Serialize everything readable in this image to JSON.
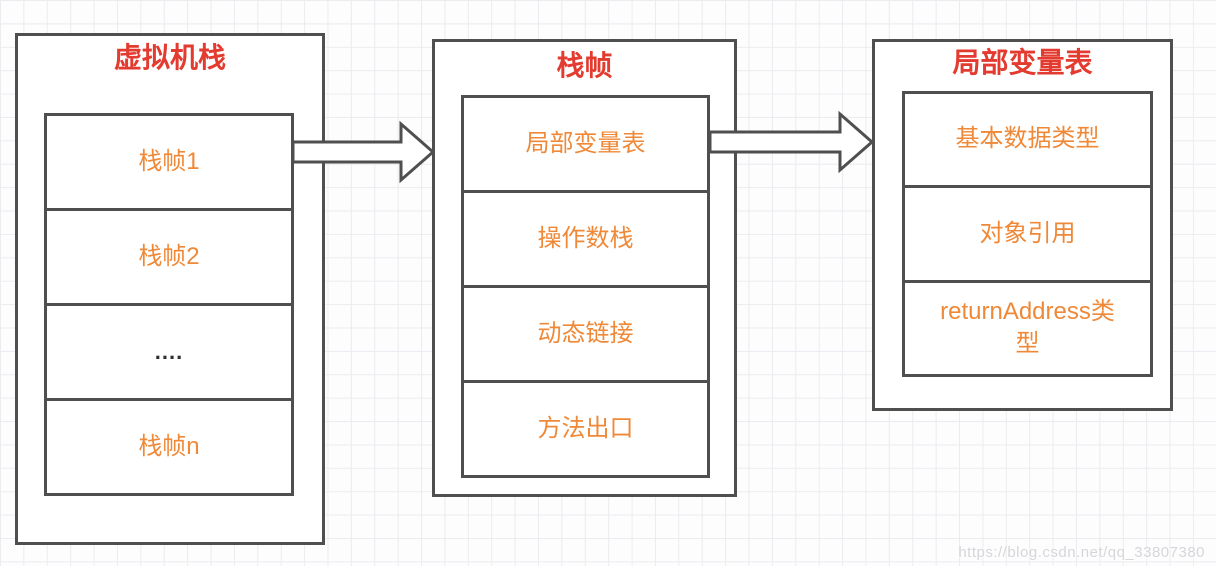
{
  "diagram": {
    "vm_stack": {
      "title": "虚拟机栈",
      "cells": [
        "栈帧1",
        "栈帧2",
        "....",
        "栈帧n"
      ]
    },
    "stack_frame": {
      "title": "栈帧",
      "cells": [
        "局部变量表",
        "操作数栈",
        "动态链接",
        "方法出口"
      ]
    },
    "local_var_table": {
      "title": "局部变量表",
      "cells": [
        "基本数据类型",
        "对象引用",
        "returnAddress类型"
      ]
    },
    "colors": {
      "title_red": "#e33b2f",
      "cell_orange": "#ef8938",
      "border_gray": "#4f4f4f",
      "grid_line": "#ececf0",
      "watermark_gray": "#d6d6da"
    }
  },
  "watermark": {
    "text": "https://blog.csdn.net/qq_33807380"
  }
}
